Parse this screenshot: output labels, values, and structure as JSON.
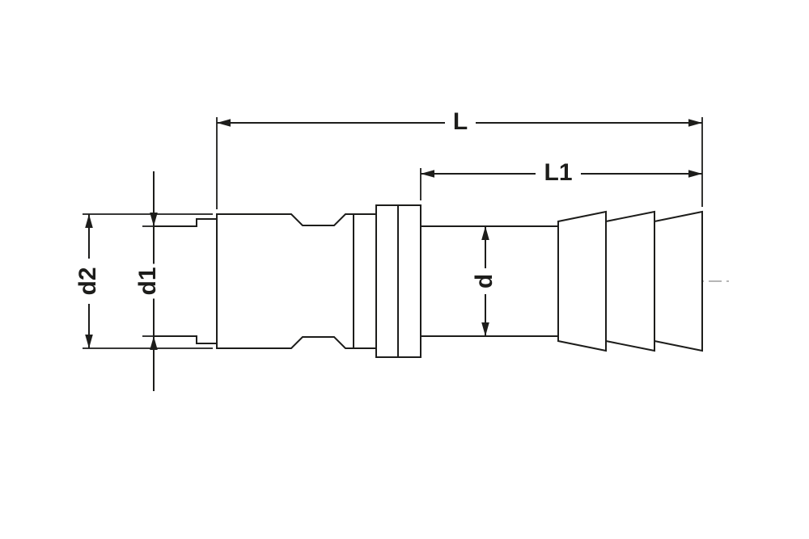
{
  "drawing": {
    "description_labels": {
      "overall_length": "L",
      "hose_barb_length": "L1",
      "barb_bore_diameter": "d",
      "tip_diameter": "d1",
      "body_diameter": "d2"
    },
    "labels": {
      "L": "L",
      "L1": "L1",
      "d": "d",
      "d1": "d1",
      "d2": "d2"
    },
    "colors": {
      "line": "#1d1d1b",
      "centerline": "#8a8a8a",
      "background": "#ffffff"
    }
  }
}
